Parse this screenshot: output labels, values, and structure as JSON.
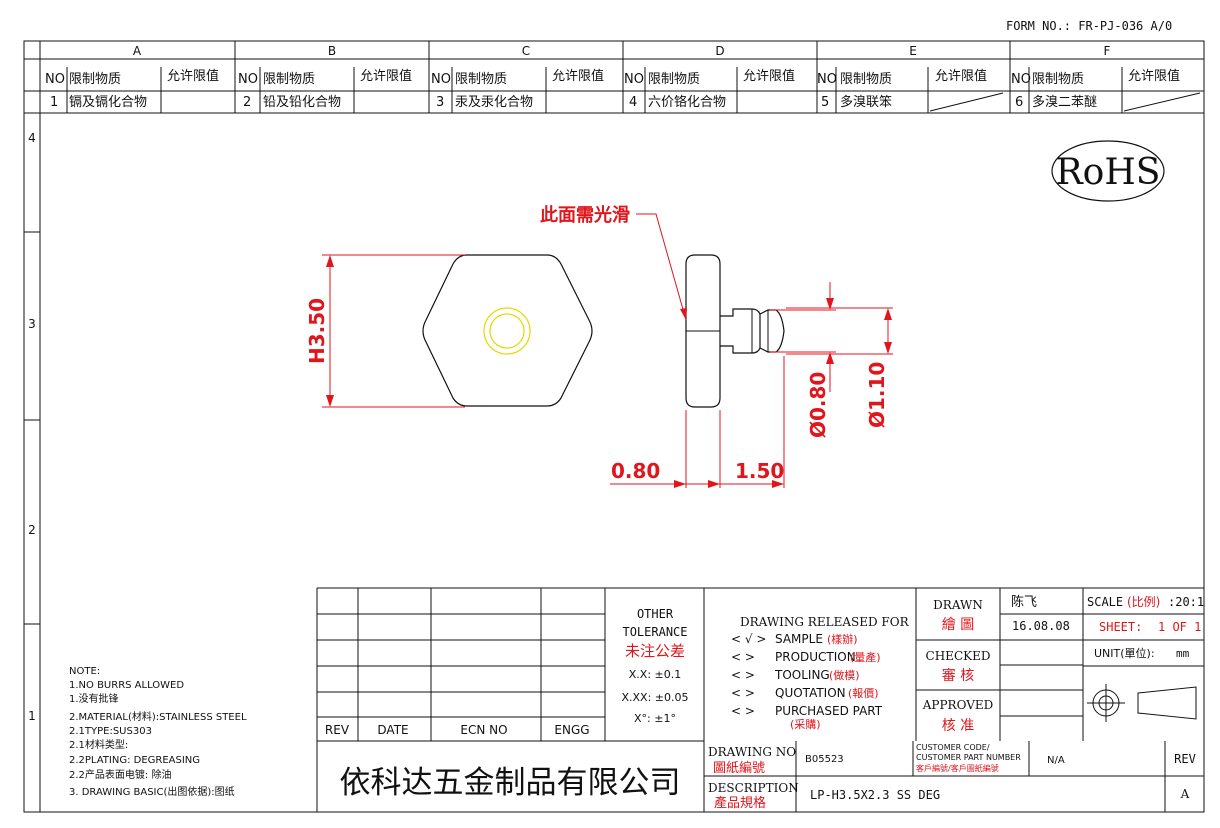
{
  "form_no": "FORM NO.: FR-PJ-036 A/0",
  "zones": [
    "A",
    "B",
    "C",
    "D",
    "E",
    "F"
  ],
  "row_numbers": [
    "4",
    "3",
    "2",
    "1"
  ],
  "substances": {
    "col_no": "NO",
    "col_substance": "限制物质",
    "col_limit": "允许限值",
    "items": [
      {
        "no": "1",
        "name": "镉及镉化合物"
      },
      {
        "no": "2",
        "name": "铅及铅化合物"
      },
      {
        "no": "3",
        "name": "汞及汞化合物"
      },
      {
        "no": "4",
        "name": "六价铬化合物"
      },
      {
        "no": "5",
        "name": "多溴联笨"
      },
      {
        "no": "6",
        "name": "多溴二苯醚"
      }
    ]
  },
  "rohs": "RoHS",
  "drawing": {
    "note_smooth": "此面需光滑",
    "dim_h": "H3.50",
    "dim_d080": "Ø0.80",
    "dim_d110": "Ø1.10",
    "dim_080": "0.80",
    "dim_150": "1.50"
  },
  "notes": [
    "NOTE:",
    "1.NO BURRS ALLOWED",
    "1.没有批锋",
    "2.MATERIAL(材料):STAINLESS STEEL",
    "2.1TYPE:SUS303",
    "2.1材料类型:",
    "2.2PLATING: DEGREASING",
    "2.2产品表面电镀: 除油",
    "3. DRAWING BASIC(出图依据):图纸"
  ],
  "revision": {
    "rev": "REV",
    "date": "DATE",
    "ecn": "ECN NO",
    "engg": "ENGG"
  },
  "tolerance": {
    "line1": "OTHER",
    "line2": "TOLERANCE",
    "cn": "未注公差",
    "xx": "X.X: ±0.1",
    "xxx": "X.XX: ±0.05",
    "angle": "X°: ±1°"
  },
  "release": {
    "title": "DRAWING RELEASED FOR",
    "items": [
      {
        "mark": "< √ >",
        "en": "SAMPLE",
        "cn": "(樣辦)"
      },
      {
        "mark": "<     >",
        "en": "PRODUCTION",
        "cn": "(量產)"
      },
      {
        "mark": "<     >",
        "en": "TOOLING",
        "cn": "(做模)"
      },
      {
        "mark": "<     >",
        "en": "QUOTATION",
        "cn": "(報價)"
      },
      {
        "mark": "<     >",
        "en": "PURCHASED PART",
        "cn": "(采購)"
      }
    ]
  },
  "signoff": {
    "drawn_en": "DRAWN",
    "drawn_cn": "繪 圖",
    "checked_en": "CHECKED",
    "checked_cn": "審 核",
    "approved_en": "APPROVED",
    "approved_cn": "核 准",
    "drawer": "陈飞",
    "date": "16.08.08"
  },
  "scale": {
    "label": "SCALE",
    "label_cn": "(比例)",
    "value": ":20:1"
  },
  "sheet": {
    "label": "SHEET:",
    "value": "1 OF 1"
  },
  "unit": {
    "label": "UNIT(單位):",
    "value": "mm"
  },
  "company": "依科达五金制品有限公司",
  "drawing_no": {
    "label_en": "DRAWING NO",
    "label_cn": "圖紙編號",
    "value": "B05523"
  },
  "customer": {
    "line1": "CUSTOMER CODE/",
    "line2": "CUSTOMER PART NUMBER",
    "line3": "客戶編號/客戶圖紙編號",
    "value": "N/A"
  },
  "rev_box": {
    "label": "REV",
    "value": "A"
  },
  "description": {
    "label_en": "DESCRIPTION",
    "label_cn": "產品規格",
    "value": "LP-H3.5X2.3 SS DEG"
  },
  "colors": {
    "line": "#111111",
    "dim_red": "#e0161c",
    "hole_yellow": "#e6d800"
  }
}
